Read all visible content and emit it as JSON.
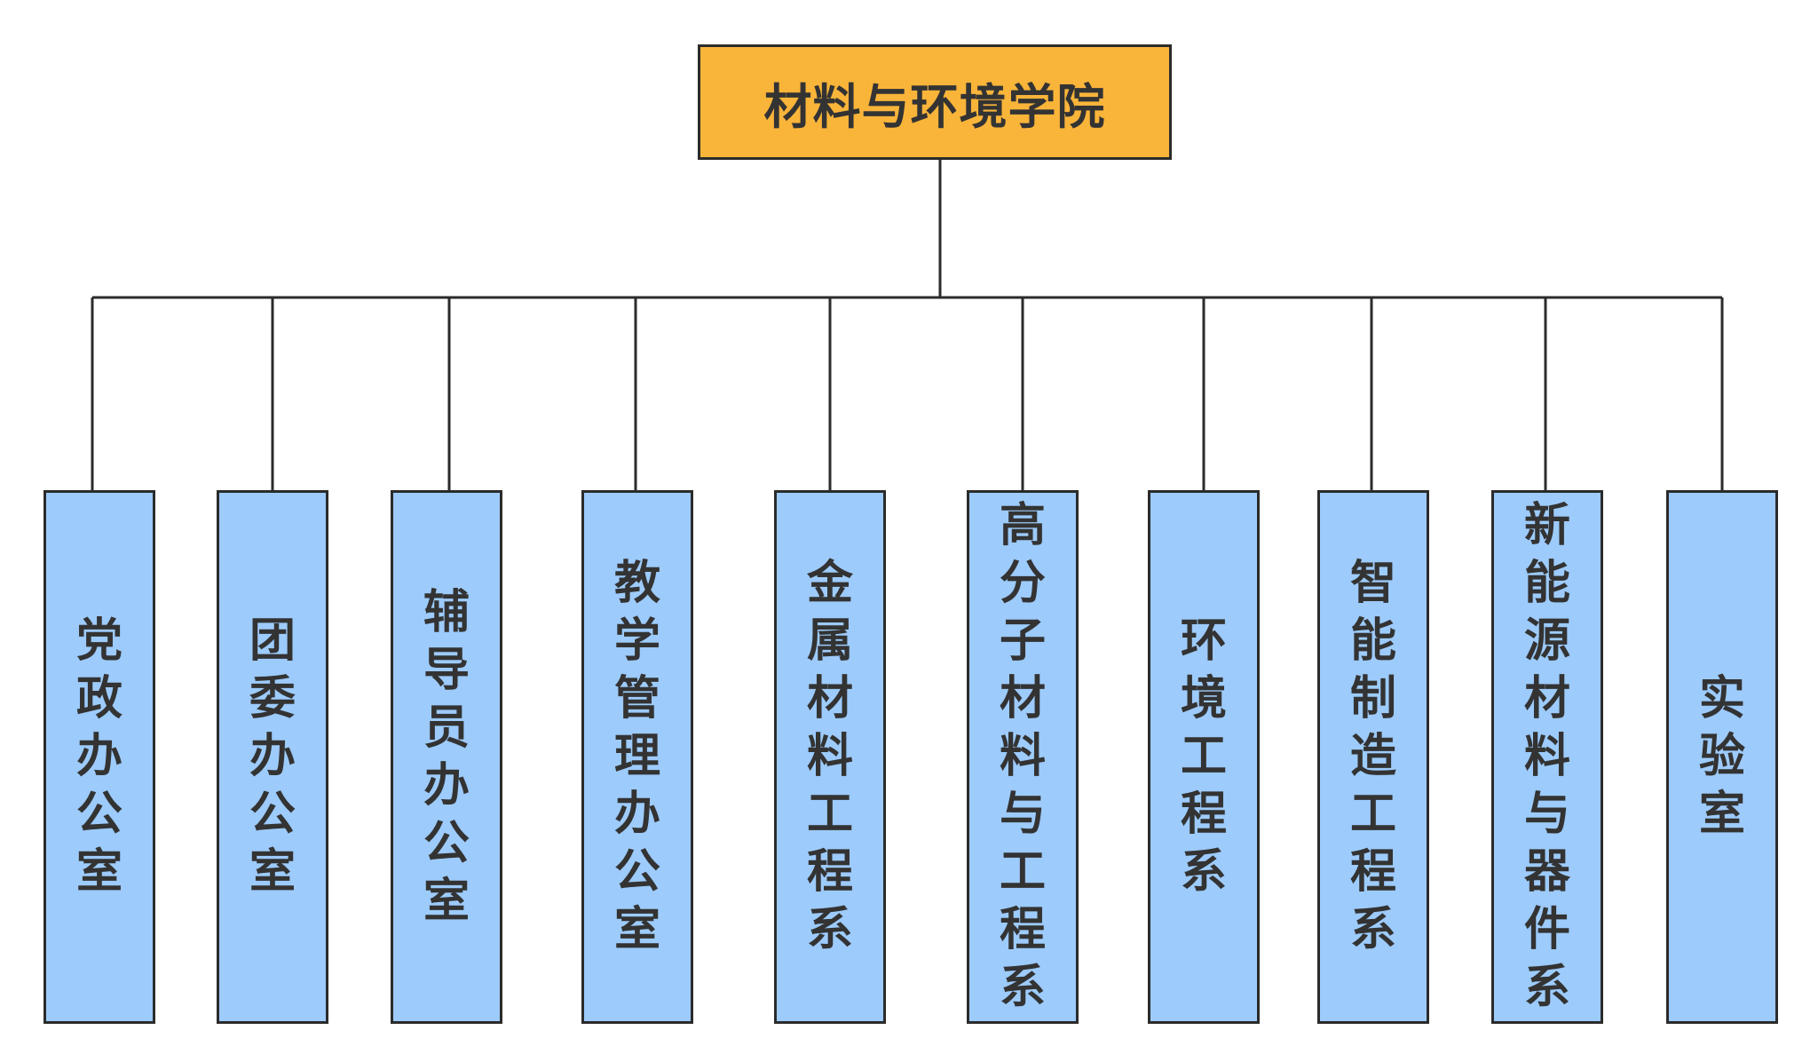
{
  "colors": {
    "root_fill": "#F9B43A",
    "dept_fill": "#9DCBFB",
    "line": "#2B2B2B",
    "text": "#333333"
  },
  "root": {
    "label": "材料与环境学院"
  },
  "departments": [
    {
      "label": "党政办公室"
    },
    {
      "label": "团委办公室"
    },
    {
      "label": "辅导员办公室"
    },
    {
      "label": "教学管理办公室"
    },
    {
      "label": "金属材料工程系"
    },
    {
      "label": "高分子材料与工程系"
    },
    {
      "label": "环境工程系"
    },
    {
      "label": "智能制造工程系"
    },
    {
      "label": "新能源材料与器件系"
    },
    {
      "label": "实验室"
    }
  ]
}
